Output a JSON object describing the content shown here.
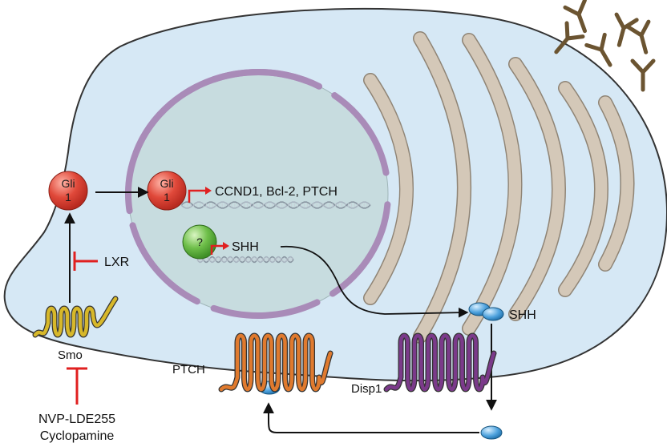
{
  "labels": {
    "gli_cytoplasm_line1": "Gli",
    "gli_cytoplasm_line2": "1",
    "gli_nucleus_line1": "Gli",
    "gli_nucleus_line2": "1",
    "gli_targets": "CCND1, Bcl-2, PTCH",
    "unknown_factor": "?",
    "shh_nucleus": "SHH",
    "shh_membrane": "SHH",
    "lxr": "LXR",
    "smo": "Smo",
    "ptch": "PTCH",
    "disp1": "Disp1",
    "inhibitor_line1": "NVP-LDE255",
    "inhibitor_line2": "Cyclopamine"
  },
  "colors": {
    "cytoplasm": "#d6e8f5",
    "nucleus": "#c7dcdf",
    "nuclear_envelope": "#a98bb8",
    "golgi": "#d4c8b8",
    "golgi_edge": "#8f8475",
    "gli_protein": "#e0493a",
    "unknown_protein": "#6fbf4a",
    "shh_ligand": "#4ea2dd",
    "smo_receptor": "#d7b82a",
    "ptch_receptor": "#e07a2e",
    "disp1_receptor": "#7b3a8a",
    "inhibition": "#e02020",
    "transcription_arrow": "#e02020",
    "antibody": "#6b5431",
    "dna": "#a8b4c0"
  },
  "icons": {
    "transcription_start": "bent-arrow-icon",
    "antibody": "y-shaped-antibody-icon",
    "inhibition": "t-bar-inhibition-icon"
  }
}
